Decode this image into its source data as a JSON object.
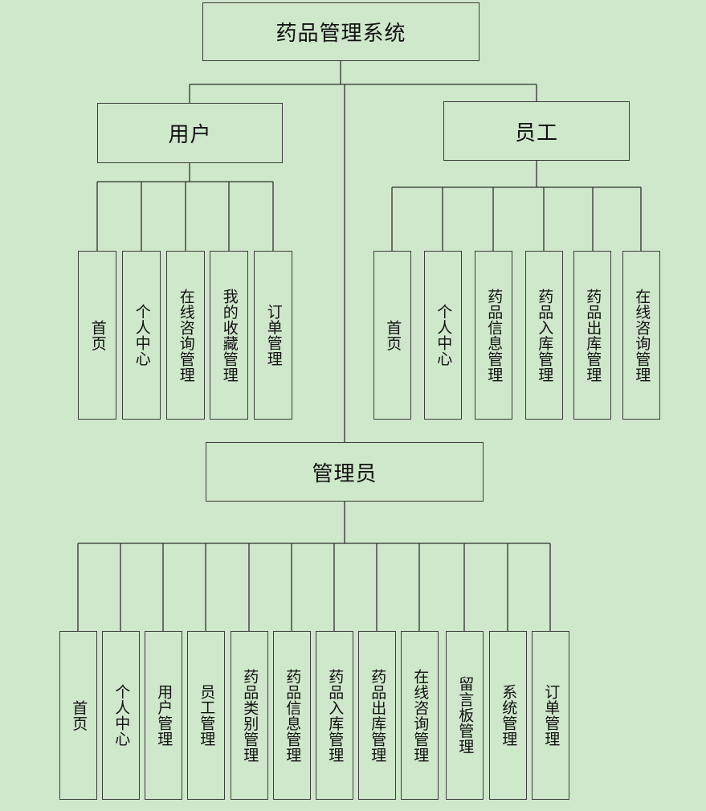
{
  "diagram": {
    "root": "药品管理系统",
    "user": {
      "title": "用户",
      "children": [
        "首页",
        "个人中心",
        "在线咨询管理",
        "我的收藏管理",
        "订单管理"
      ]
    },
    "staff": {
      "title": "员工",
      "children": [
        "首页",
        "个人中心",
        "药品信息管理",
        "药品入库管理",
        "药品出库管理",
        "在线咨询管理"
      ]
    },
    "admin": {
      "title": "管理员",
      "children": [
        "首页",
        "个人中心",
        "用户管理",
        "员工管理",
        "药品类别管理",
        "药品信息管理",
        "药品入库管理",
        "药品出库管理",
        "在线咨询管理",
        "留言板管理",
        "系统管理",
        "订单管理"
      ]
    }
  },
  "colors": {
    "background": "#cfe7cb",
    "line": "#2f2f2f"
  }
}
